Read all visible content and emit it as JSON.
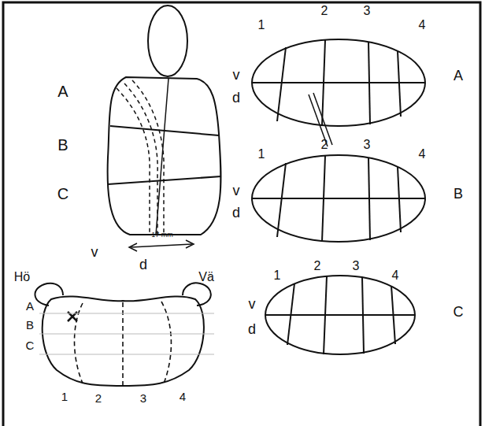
{
  "diagram": {
    "labels": [
      "A",
      "B",
      "C",
      "v",
      "d",
      "17 mm",
      "1",
      "2",
      "3",
      "4",
      "v",
      "d",
      "A",
      "2",
      "3",
      "1",
      "4",
      "v",
      "d",
      "B",
      "1",
      "2",
      "3",
      "4",
      "v",
      "d",
      "C",
      "Hö",
      "Vä",
      "A",
      "B",
      "C",
      "1",
      "2",
      "3",
      "4"
    ]
  }
}
